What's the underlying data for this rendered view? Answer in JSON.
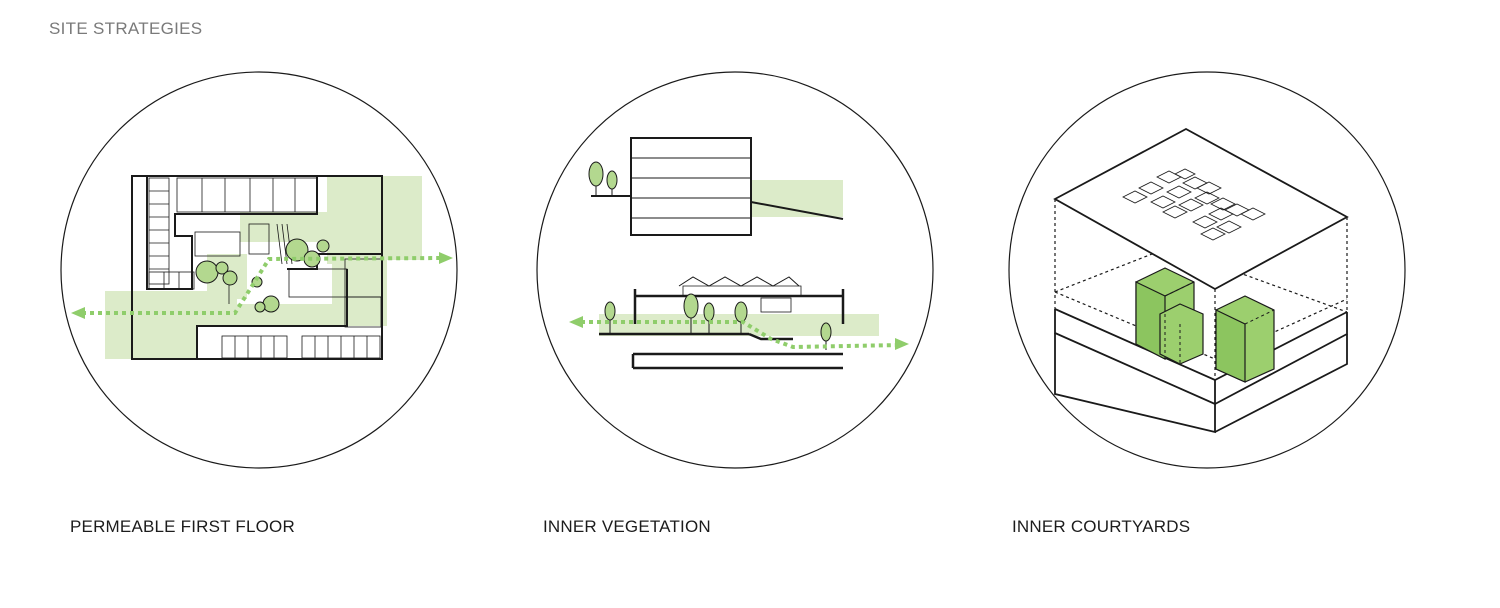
{
  "page": {
    "title": "SITE STRATEGIES"
  },
  "panels": [
    {
      "caption": "PERMEABLE FIRST FLOOR"
    },
    {
      "caption": "INNER VEGETATION"
    },
    {
      "caption": "INNER COURTYARDS"
    }
  ],
  "colors": {
    "green_fill": "#dcebc9",
    "green_tree": "#b3d88f",
    "green_arrow": "#8fcd6b",
    "green_block": "#9ccf6e",
    "line": "#1a1a1a"
  }
}
